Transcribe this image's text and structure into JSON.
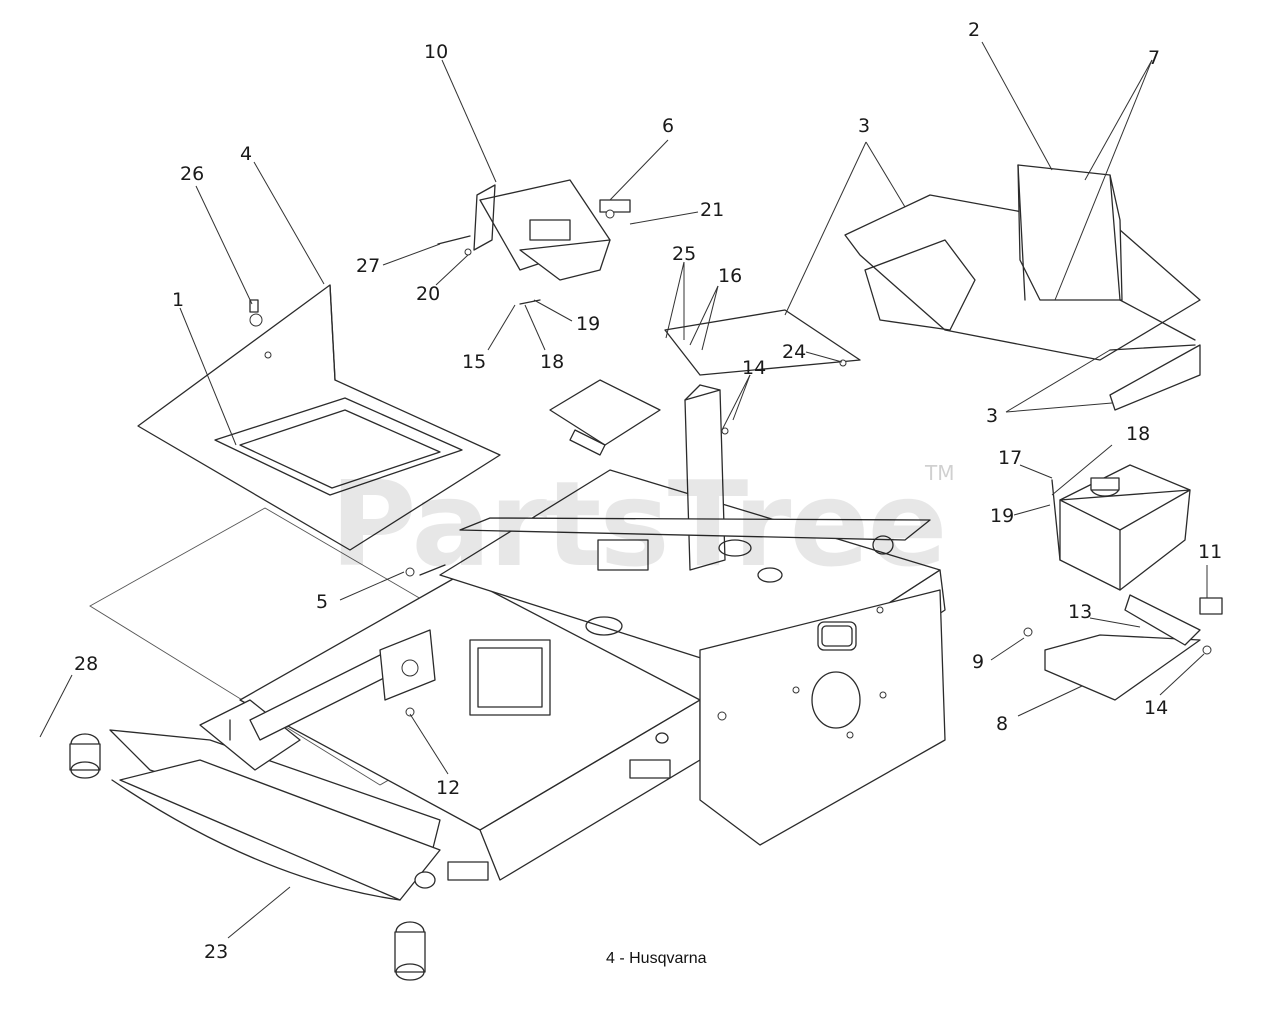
{
  "watermark": {
    "brand": "PartsTree",
    "trademark": "TM"
  },
  "caption": "4 - Husqvarna",
  "callouts": [
    "10",
    "2",
    "7",
    "6",
    "3",
    "26",
    "4",
    "21",
    "25",
    "16",
    "27",
    "20",
    "1",
    "19",
    "15",
    "18",
    "24",
    "14",
    "3",
    "17",
    "18",
    "19",
    "11",
    "5",
    "13",
    "9",
    "8",
    "14",
    "28",
    "12",
    "23"
  ]
}
